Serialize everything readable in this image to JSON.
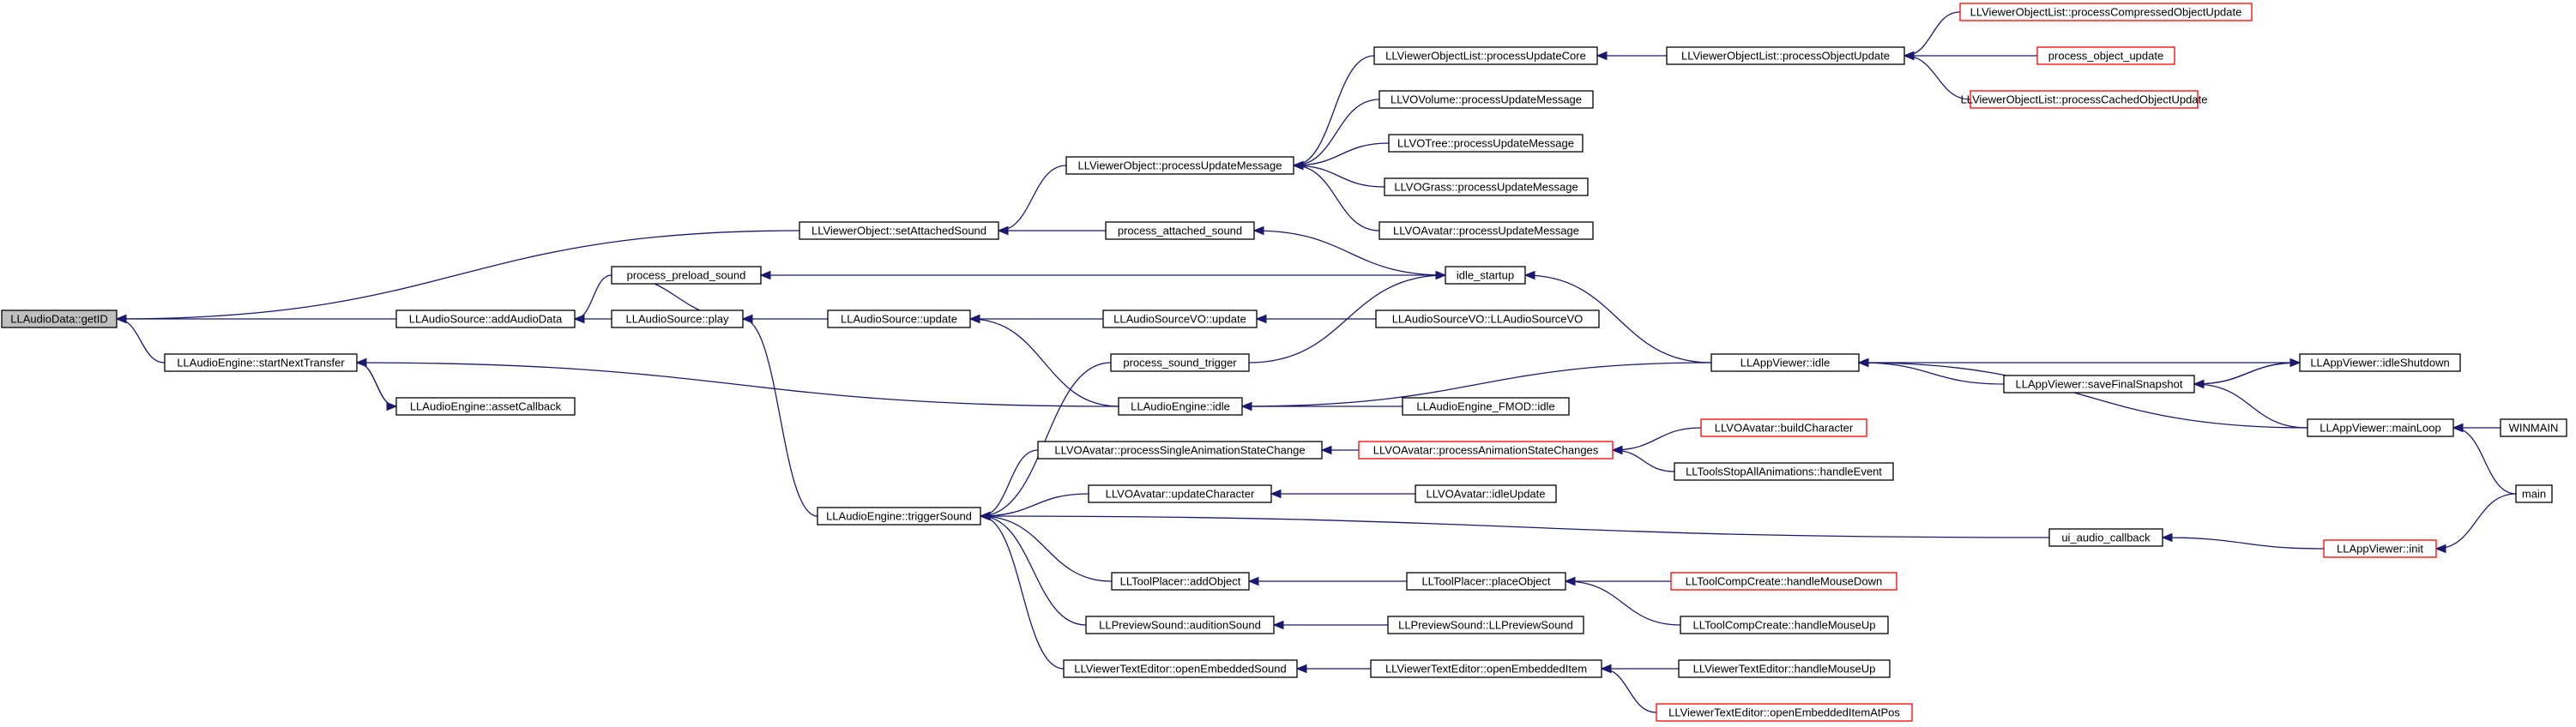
{
  "nodes": [
    {
      "id": "n0",
      "label": "LLAudioData::getID",
      "style": "root"
    },
    {
      "id": "n1",
      "label": "LLViewerObject::setAttachedSound",
      "style": "normal"
    },
    {
      "id": "n2",
      "label": "LLAudioSource::addAudioData",
      "style": "normal"
    },
    {
      "id": "n3",
      "label": "LLAudioEngine::startNextTransfer",
      "style": "normal"
    },
    {
      "id": "n4",
      "label": "LLAudioEngine::assetCallback",
      "style": "normal"
    },
    {
      "id": "n5",
      "label": "process_preload_sound",
      "style": "normal"
    },
    {
      "id": "n6",
      "label": "LLAudioSource::play",
      "style": "normal"
    },
    {
      "id": "n7",
      "label": "LLViewerObject::processUpdateMessage",
      "style": "normal"
    },
    {
      "id": "n8",
      "label": "process_attached_sound",
      "style": "normal"
    },
    {
      "id": "n9",
      "label": "LLAudioSource::update",
      "style": "normal"
    },
    {
      "id": "n10",
      "label": "LLAudioEngine::triggerSound",
      "style": "normal"
    },
    {
      "id": "n11",
      "label": "LLViewerObjectList::processUpdateCore",
      "style": "normal"
    },
    {
      "id": "n12",
      "label": "LLVOVolume::processUpdateMessage",
      "style": "normal"
    },
    {
      "id": "n13",
      "label": "LLVOTree::processUpdateMessage",
      "style": "normal"
    },
    {
      "id": "n14",
      "label": "LLVOGrass::processUpdateMessage",
      "style": "normal"
    },
    {
      "id": "n15",
      "label": "LLVOAvatar::processUpdateMessage",
      "style": "normal"
    },
    {
      "id": "n16",
      "label": "idle_startup",
      "style": "normal"
    },
    {
      "id": "n17",
      "label": "LLAudioSourceVO::update",
      "style": "normal"
    },
    {
      "id": "n18",
      "label": "process_sound_trigger",
      "style": "normal"
    },
    {
      "id": "n19",
      "label": "LLAudioEngine::idle",
      "style": "normal"
    },
    {
      "id": "n20",
      "label": "LLVOAvatar::processSingleAnimationStateChange",
      "style": "normal"
    },
    {
      "id": "n21",
      "label": "LLVOAvatar::updateCharacter",
      "style": "normal"
    },
    {
      "id": "n22",
      "label": "LLToolPlacer::addObject",
      "style": "normal"
    },
    {
      "id": "n23",
      "label": "LLPreviewSound::auditionSound",
      "style": "normal"
    },
    {
      "id": "n24",
      "label": "LLViewerTextEditor::openEmbeddedSound",
      "style": "normal"
    },
    {
      "id": "n25",
      "label": "LLViewerObjectList::processObjectUpdate",
      "style": "normal"
    },
    {
      "id": "n26",
      "label": "LLAudioSourceVO::LLAudioSourceVO",
      "style": "normal"
    },
    {
      "id": "n27",
      "label": "LLAudioEngine_FMOD::idle",
      "style": "normal"
    },
    {
      "id": "n28",
      "label": "LLVOAvatar::processAnimationStateChanges",
      "style": "red"
    },
    {
      "id": "n29",
      "label": "LLVOAvatar::idleUpdate",
      "style": "normal"
    },
    {
      "id": "n30",
      "label": "LLToolPlacer::placeObject",
      "style": "normal"
    },
    {
      "id": "n31",
      "label": "LLPreviewSound::LLPreviewSound",
      "style": "normal"
    },
    {
      "id": "n32",
      "label": "LLViewerTextEditor::openEmbeddedItem",
      "style": "normal"
    },
    {
      "id": "n33",
      "label": "LLAppViewer::idle",
      "style": "normal"
    },
    {
      "id": "n34",
      "label": "ui_audio_callback",
      "style": "normal"
    },
    {
      "id": "n35",
      "label": "LLViewerObjectList::processCompressedObjectUpdate",
      "style": "red"
    },
    {
      "id": "n36",
      "label": "process_object_update",
      "style": "red"
    },
    {
      "id": "n37",
      "label": "LLViewerObjectList::processCachedObjectUpdate",
      "style": "red"
    },
    {
      "id": "n38",
      "label": "LLVOAvatar::buildCharacter",
      "style": "red"
    },
    {
      "id": "n39",
      "label": "LLToolsStopAllAnimations::handleEvent",
      "style": "normal"
    },
    {
      "id": "n40",
      "label": "LLToolCompCreate::handleMouseDown",
      "style": "red"
    },
    {
      "id": "n41",
      "label": "LLToolCompCreate::handleMouseUp",
      "style": "normal"
    },
    {
      "id": "n42",
      "label": "LLViewerTextEditor::handleMouseUp",
      "style": "normal"
    },
    {
      "id": "n43",
      "label": "LLViewerTextEditor::openEmbeddedItemAtPos",
      "style": "red"
    },
    {
      "id": "n44",
      "label": "LLAppViewer::saveFinalSnapshot",
      "style": "normal"
    },
    {
      "id": "n45",
      "label": "LLAppViewer::idleShutdown",
      "style": "normal"
    },
    {
      "id": "n46",
      "label": "LLAppViewer::mainLoop",
      "style": "normal"
    },
    {
      "id": "n47",
      "label": "LLAppViewer::init",
      "style": "red"
    },
    {
      "id": "n48",
      "label": "WINMAIN",
      "style": "normal"
    },
    {
      "id": "n49",
      "label": "main",
      "style": "normal"
    }
  ],
  "edges": [
    [
      "n1",
      "n0"
    ],
    [
      "n2",
      "n0"
    ],
    [
      "n3",
      "n0"
    ],
    [
      "n4",
      "n3"
    ],
    [
      "n19",
      "n3"
    ],
    [
      "n3",
      "n4"
    ],
    [
      "n5",
      "n2"
    ],
    [
      "n6",
      "n2"
    ],
    [
      "n7",
      "n1"
    ],
    [
      "n8",
      "n1"
    ],
    [
      "n9",
      "n6"
    ],
    [
      "n5",
      "n6"
    ],
    [
      "n10",
      "n6"
    ],
    [
      "n11",
      "n7"
    ],
    [
      "n12",
      "n7"
    ],
    [
      "n13",
      "n7"
    ],
    [
      "n14",
      "n7"
    ],
    [
      "n15",
      "n7"
    ],
    [
      "n25",
      "n11"
    ],
    [
      "n35",
      "n25"
    ],
    [
      "n36",
      "n25"
    ],
    [
      "n37",
      "n25"
    ],
    [
      "n16",
      "n5"
    ],
    [
      "n16",
      "n8"
    ],
    [
      "n18",
      "n16"
    ],
    [
      "n33",
      "n16"
    ],
    [
      "n17",
      "n9"
    ],
    [
      "n19",
      "n9"
    ],
    [
      "n26",
      "n17"
    ],
    [
      "n33",
      "n19"
    ],
    [
      "n27",
      "n19"
    ],
    [
      "n18",
      "n10"
    ],
    [
      "n20",
      "n10"
    ],
    [
      "n21",
      "n10"
    ],
    [
      "n22",
      "n10"
    ],
    [
      "n23",
      "n10"
    ],
    [
      "n24",
      "n10"
    ],
    [
      "n34",
      "n10"
    ],
    [
      "n28",
      "n20"
    ],
    [
      "n38",
      "n28"
    ],
    [
      "n39",
      "n28"
    ],
    [
      "n29",
      "n21"
    ],
    [
      "n30",
      "n22"
    ],
    [
      "n40",
      "n30"
    ],
    [
      "n41",
      "n30"
    ],
    [
      "n31",
      "n23"
    ],
    [
      "n32",
      "n24"
    ],
    [
      "n42",
      "n32"
    ],
    [
      "n43",
      "n32"
    ],
    [
      "n44",
      "n33"
    ],
    [
      "n45",
      "n33"
    ],
    [
      "n46",
      "n33"
    ],
    [
      "n45",
      "n44"
    ],
    [
      "n46",
      "n44"
    ],
    [
      "n44",
      "n45"
    ],
    [
      "n48",
      "n46"
    ],
    [
      "n49",
      "n46"
    ],
    [
      "n47",
      "n34"
    ],
    [
      "n49",
      "n47"
    ]
  ]
}
